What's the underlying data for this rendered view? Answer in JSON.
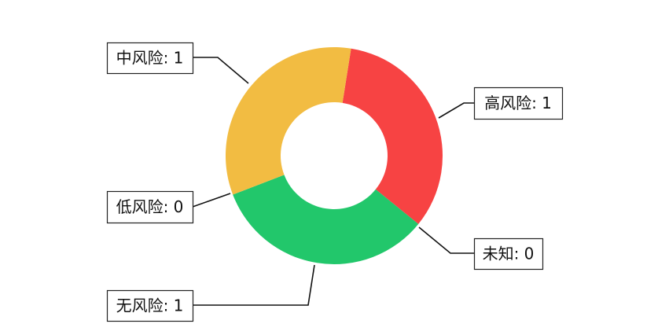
{
  "chart_data": {
    "type": "pie",
    "variant": "donut",
    "title": "",
    "start_angle_deg": 9,
    "direction": "clockwise",
    "slices": [
      {
        "name": "高风险",
        "value": 1,
        "label": "高风险: 1",
        "color": "#f74343"
      },
      {
        "name": "未知",
        "value": 0,
        "label": "未知: 0",
        "color": "#9ca3af"
      },
      {
        "name": "无风险",
        "value": 1,
        "label": "无风险: 1",
        "color": "#22c76b"
      },
      {
        "name": "低风险",
        "value": 0,
        "label": "低风险: 0",
        "color": "#3b82f6"
      },
      {
        "name": "中风险",
        "value": 1,
        "label": "中风险: 1",
        "color": "#f2bc42"
      }
    ]
  }
}
